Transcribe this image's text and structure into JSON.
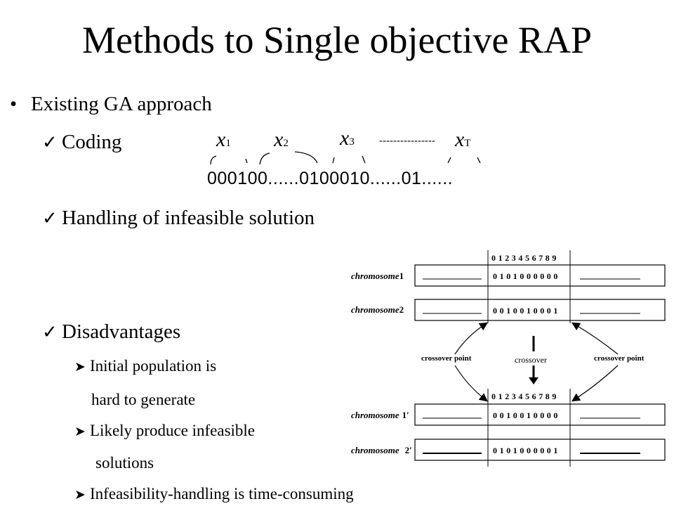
{
  "title": "Methods to Single objective RAP",
  "bullet_main": "Existing GA approach",
  "check_items": {
    "coding": "Coding",
    "infeasible": "Handling of infeasible solution",
    "disadvantages": "Disadvantages"
  },
  "disadvantages": {
    "item1_line1": "Initial population is",
    "item1_line2": "hard to generate",
    "item2_line1": "Likely produce infeasible",
    "item2_line2": "solutions",
    "item3": "Infeasibility-handling is time-consuming"
  },
  "coding_figure": {
    "bit_string": "000100......0100010......01......",
    "variables": [
      {
        "base": "x",
        "sub": "1"
      },
      {
        "base": "x",
        "sub": "2"
      },
      {
        "base": "x",
        "sub": "3"
      },
      {
        "base": "x",
        "sub": "T"
      }
    ],
    "dashes": "----------------"
  },
  "crossover_figure": {
    "index_header": "0 1 2 3 4 5 6 7 8 9",
    "parents": [
      {
        "label": "chromosome",
        "suffix": "1",
        "genes": "0 1 0 1 0 0 0 0 0 0"
      },
      {
        "label": "chromosome",
        "suffix": "2",
        "genes": "0 0 1 0 0 1 0 0 0 1"
      }
    ],
    "children": [
      {
        "label": "chromosome",
        "suffix": "1′",
        "genes": "0 0 1 0 0 1 0 0 0 0"
      },
      {
        "label": "chromosome",
        "suffix": "2′",
        "genes": "0 1 0 1 0 0 0 0 0 1"
      }
    ],
    "crossover_label": "crossover",
    "crossover_point_left": "crossover point",
    "crossover_point_right": "crossover point"
  }
}
